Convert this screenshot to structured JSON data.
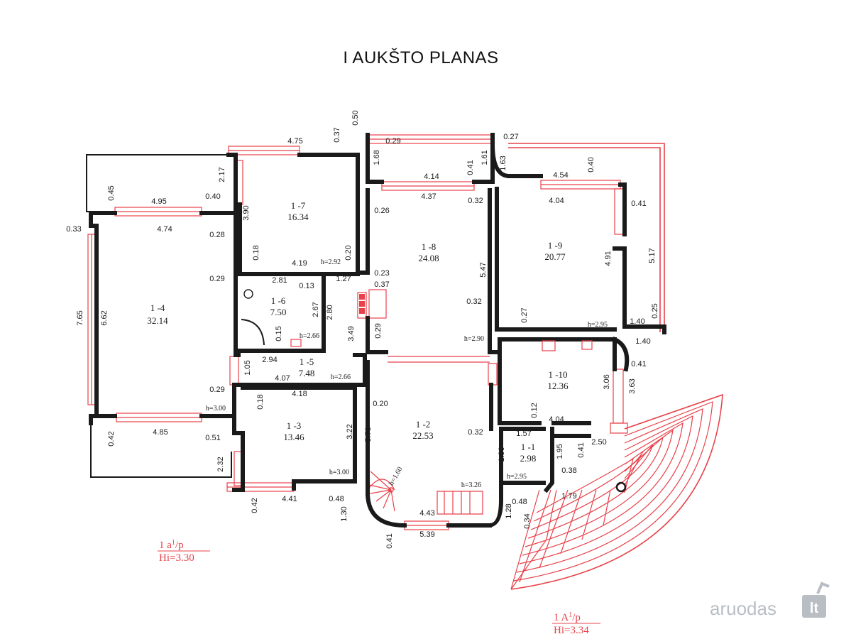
{
  "title": "I AUKŠTO PLANAS",
  "rooms": [
    {
      "id": "1 -4",
      "area": "32.14"
    },
    {
      "id": "1 -7",
      "area": "16.34"
    },
    {
      "id": "1 -8",
      "area": "24.08"
    },
    {
      "id": "1 -9",
      "area": "20.77"
    },
    {
      "id": "1 -6",
      "area": "7.50"
    },
    {
      "id": "1 -5",
      "area": "7.48"
    },
    {
      "id": "1 -10",
      "area": "12.36"
    },
    {
      "id": "1 -3",
      "area": "13.46"
    },
    {
      "id": "1 -2",
      "area": "22.53"
    },
    {
      "id": "1 -1",
      "area": "2.98"
    }
  ],
  "dimensions": [
    "4.75",
    "0.37",
    "0.50",
    "0.29",
    "0.27",
    "1.68",
    "1.61",
    "1.63",
    "0.41",
    "4.14",
    "4.54",
    "0.40",
    "2.17",
    "4.95",
    "0.45",
    "0.40",
    "4.74",
    "0.33",
    "3.90",
    "0.28",
    "0.26",
    "4.37",
    "0.32",
    "4.04",
    "0.41",
    "0.18",
    "4.19",
    "0.20",
    "5.17",
    "4.91",
    "5.47",
    "0.29",
    "2.81",
    "0.13",
    "1.27",
    "0.23",
    "0.37",
    "7.65",
    "6.62",
    "2.67",
    "2.80",
    "0.32",
    "0.27",
    "1.40",
    "0.25",
    "1.40",
    "0.15",
    "3.49",
    "0.29",
    "1.05",
    "2.94",
    "4.07",
    "4.18",
    "0.29",
    "0.18",
    "0.20",
    "0.41",
    "3.06",
    "3.63",
    "0.12",
    "4.04",
    "0.42",
    "4.85",
    "0.51",
    "3.22",
    "5.73",
    "0.32",
    "1.57",
    "1.90",
    "1.95",
    "0.41",
    "2.50",
    "0.38",
    "2.32",
    "4.41",
    "0.48",
    "1.30",
    "4.43",
    "0.48",
    "1.28",
    "1.79",
    "0.42",
    "0.34",
    "0.41",
    "5.39"
  ],
  "heights": [
    "h=2.92",
    "h=2.66",
    "h=2.90",
    "h=2.95",
    "h=2.66",
    "h=3.00",
    "h=3.00",
    "h=1.60",
    "h=3.26",
    "h=2.95"
  ],
  "labels": {
    "label_a": "1 a",
    "label_a_sup": "1",
    "label_a_tail": "/p",
    "hi_a": "Hi=3.30",
    "label_b": "1 A",
    "label_b_sup": "1",
    "label_b_tail": "/p",
    "hi_b": "Hi=3.34"
  },
  "watermark": {
    "text": "aruodas",
    "suffix": "lt"
  },
  "colors": {
    "wall": "#1a1a1a",
    "dimension_line": "#e8414a",
    "watermark": "#b9bec4"
  }
}
